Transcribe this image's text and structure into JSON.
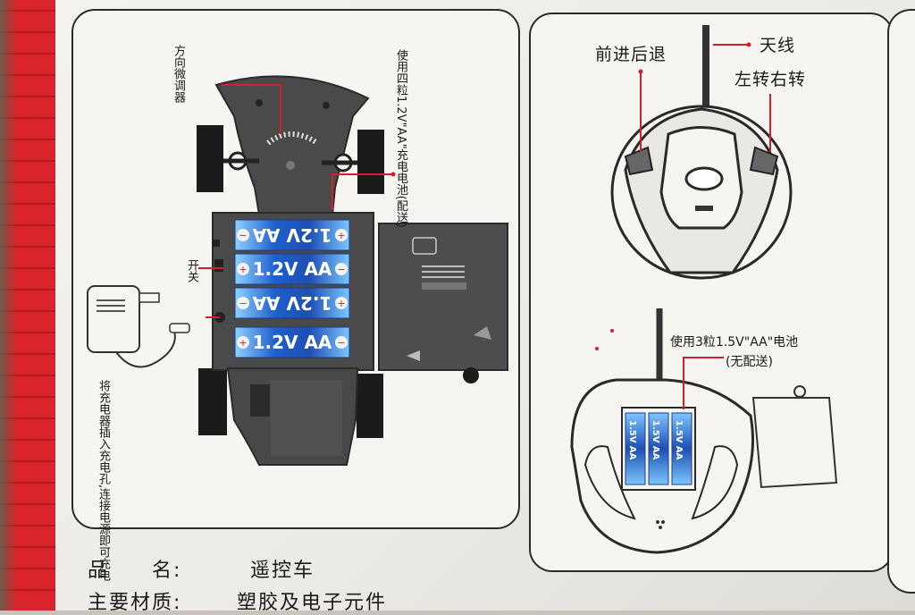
{
  "labels": {
    "steering_trim": "方向微调器",
    "car_battery_note": "使用四粒1.2V\"AA\"充电电池(配送)",
    "power_switch": "开关",
    "charger_note": "将充电器插入充电孔,连接电源即可充电",
    "forward_backward": "前进后退",
    "antenna": "天线",
    "left_right": "左转右转",
    "remote_battery_note": "使用3粒1.5V\"AA\"电池",
    "remote_battery_sub": "(无配送)"
  },
  "car_batteries": [
    "1.2V AA",
    "1.2V AA",
    "1.2V AA",
    "1.2V AA"
  ],
  "remote_batteries": [
    "1.5V AA",
    "1.5V AA",
    "1.5V AA"
  ],
  "product_info": {
    "name_label": "品　　名:",
    "name_value": "遥控车",
    "material_label": "主要材质:",
    "material_value": "塑胶及电子元件"
  },
  "colors": {
    "stripe_red": "#d8242a",
    "battery_blue": "#2d6fd6",
    "leader_red": "#d0202a",
    "chassis_gray": "#4a4a4a"
  }
}
